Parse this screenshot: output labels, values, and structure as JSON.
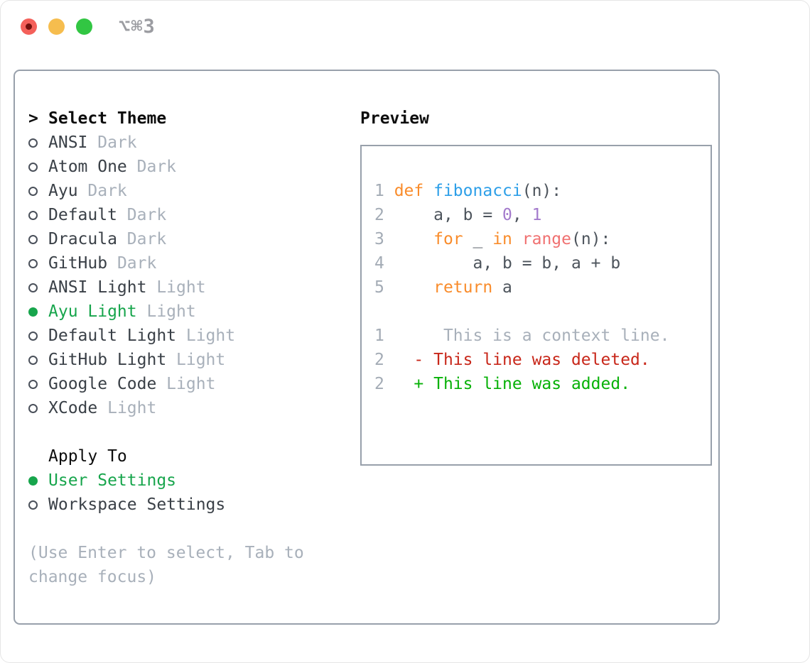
{
  "window": {
    "title": "⌥⌘3"
  },
  "colors": {
    "accent_green": "#17a54c",
    "added_green": "#07b107",
    "deleted_red": "#c8271a",
    "keyword_orange": "#f98c2b",
    "function_blue": "#2d9fe8",
    "number_purple": "#a37acc",
    "builtin_coral": "#f07171",
    "border_gray": "#98a0ab",
    "text_primary": "#3a4047",
    "text_muted": "#a8b0ba",
    "code_plain": "#4d545c",
    "gutter_gray": "#a3abb5",
    "traffic_red": "#f4605a",
    "traffic_yellow": "#f6bd4e",
    "traffic_green": "#32c643"
  },
  "theme_panel": {
    "prompt": ">",
    "heading": "Select Theme",
    "items": [
      {
        "name": "ANSI",
        "variant": "Dark",
        "selected": false
      },
      {
        "name": "Atom One",
        "variant": "Dark",
        "selected": false
      },
      {
        "name": "Ayu",
        "variant": "Dark",
        "selected": false
      },
      {
        "name": "Default",
        "variant": "Dark",
        "selected": false
      },
      {
        "name": "Dracula",
        "variant": "Dark",
        "selected": false
      },
      {
        "name": "GitHub",
        "variant": "Dark",
        "selected": false
      },
      {
        "name": "ANSI Light",
        "variant": "Light",
        "selected": false
      },
      {
        "name": "Ayu Light",
        "variant": "Light",
        "selected": true
      },
      {
        "name": "Default Light",
        "variant": "Light",
        "selected": false
      },
      {
        "name": "GitHub Light",
        "variant": "Light",
        "selected": false
      },
      {
        "name": "Google Code",
        "variant": "Light",
        "selected": false
      },
      {
        "name": "XCode",
        "variant": "Light",
        "selected": false
      }
    ]
  },
  "apply_to": {
    "heading": "Apply To",
    "options": [
      {
        "name": "User Settings",
        "selected": true
      },
      {
        "name": "Workspace Settings",
        "selected": false
      }
    ]
  },
  "hint": "(Use Enter to select, Tab to change focus)",
  "preview": {
    "heading": "Preview",
    "code_lines": [
      {
        "num": "1",
        "segments": [
          {
            "t": "def",
            "c": "keyword"
          },
          {
            "t": " ",
            "c": "plain"
          },
          {
            "t": "fibonacci",
            "c": "function"
          },
          {
            "t": "(n):",
            "c": "plain"
          }
        ]
      },
      {
        "num": "2",
        "segments": [
          {
            "t": "    a, b = ",
            "c": "plain"
          },
          {
            "t": "0",
            "c": "number"
          },
          {
            "t": ", ",
            "c": "plain"
          },
          {
            "t": "1",
            "c": "number"
          }
        ]
      },
      {
        "num": "3",
        "segments": [
          {
            "t": "    ",
            "c": "plain"
          },
          {
            "t": "for",
            "c": "keyword"
          },
          {
            "t": " _ ",
            "c": "plain"
          },
          {
            "t": "in",
            "c": "keyword"
          },
          {
            "t": " ",
            "c": "plain"
          },
          {
            "t": "range",
            "c": "builtin"
          },
          {
            "t": "(n):",
            "c": "plain"
          }
        ]
      },
      {
        "num": "4",
        "segments": [
          {
            "t": "        a, b = b, a + b",
            "c": "plain"
          }
        ]
      },
      {
        "num": "5",
        "segments": [
          {
            "t": "    ",
            "c": "plain"
          },
          {
            "t": "return",
            "c": "keyword"
          },
          {
            "t": " a",
            "c": "plain"
          }
        ]
      },
      {
        "num": "",
        "segments": []
      },
      {
        "num": "1",
        "segments": [
          {
            "t": "     This is a context line.",
            "c": "context"
          }
        ]
      },
      {
        "num": "2",
        "segments": [
          {
            "t": "  - This line was deleted.",
            "c": "deleted"
          }
        ]
      },
      {
        "num": "2",
        "segments": [
          {
            "t": "  + This line was added.",
            "c": "added"
          }
        ]
      }
    ]
  }
}
